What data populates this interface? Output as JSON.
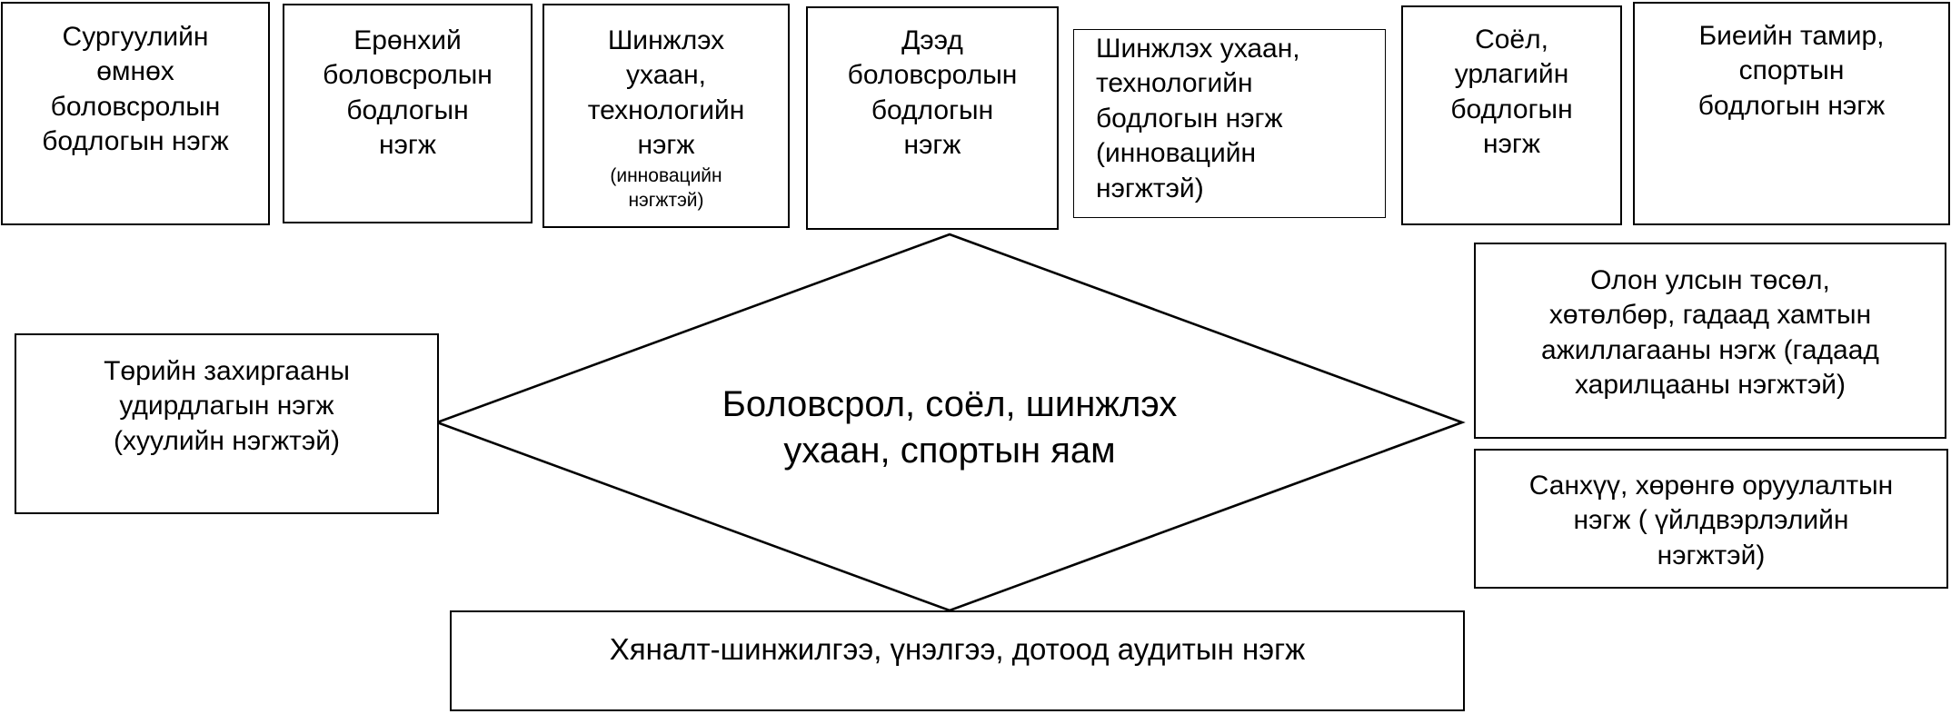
{
  "center": {
    "line1": "Боловсрол, соёл, шинжлэх",
    "line2": "ухаан, спортын яам"
  },
  "top_units": [
    {
      "lines": [
        "Сургуулийн",
        "өмнөх",
        "боловсролын",
        "бодлогын нэгж"
      ]
    },
    {
      "lines": [
        "Ерөнхий",
        "боловсролын",
        "бодлогын",
        "нэгж"
      ]
    },
    {
      "lines": [
        "Шинжлэх",
        "ухаан,",
        "технологийн",
        "нэгж"
      ],
      "sub": [
        "(инновацийн",
        "нэгжтэй)"
      ]
    },
    {
      "lines": [
        "Дээд",
        "боловсролын",
        "бодлогын",
        "нэгж"
      ]
    },
    {
      "lines": [
        "Шинжлэх ухаан,",
        "технологийн",
        "бодлогын нэгж",
        "(инновацийн",
        "нэгжтэй)"
      ]
    },
    {
      "lines": [
        "Соёл,",
        "урлагийн",
        "бодлогын",
        "нэгж"
      ]
    },
    {
      "lines": [
        "Биеийн тамир,",
        "спортын",
        "бодлогын нэгж"
      ]
    }
  ],
  "left_unit": {
    "lines": [
      "Төрийн захиргааны",
      "удирдлагын нэгж",
      "(хуулийн нэгжтэй)"
    ]
  },
  "right_units": [
    {
      "lines": [
        "Олон улсын төсөл,",
        "хөтөлбөр, гадаад хамтын",
        "ажиллагааны нэгж (гадаад",
        "харилцааны нэгжтэй)"
      ]
    },
    {
      "lines": [
        "Санхүү, хөрөнгө оруулалтын",
        "нэгж ( үйлдвэрлэлийн",
        "нэгжтэй)"
      ]
    }
  ],
  "bottom_unit": {
    "text": "Хяналт-шинжилгээ, үнэлгээ, дотоод аудитын нэгж"
  }
}
